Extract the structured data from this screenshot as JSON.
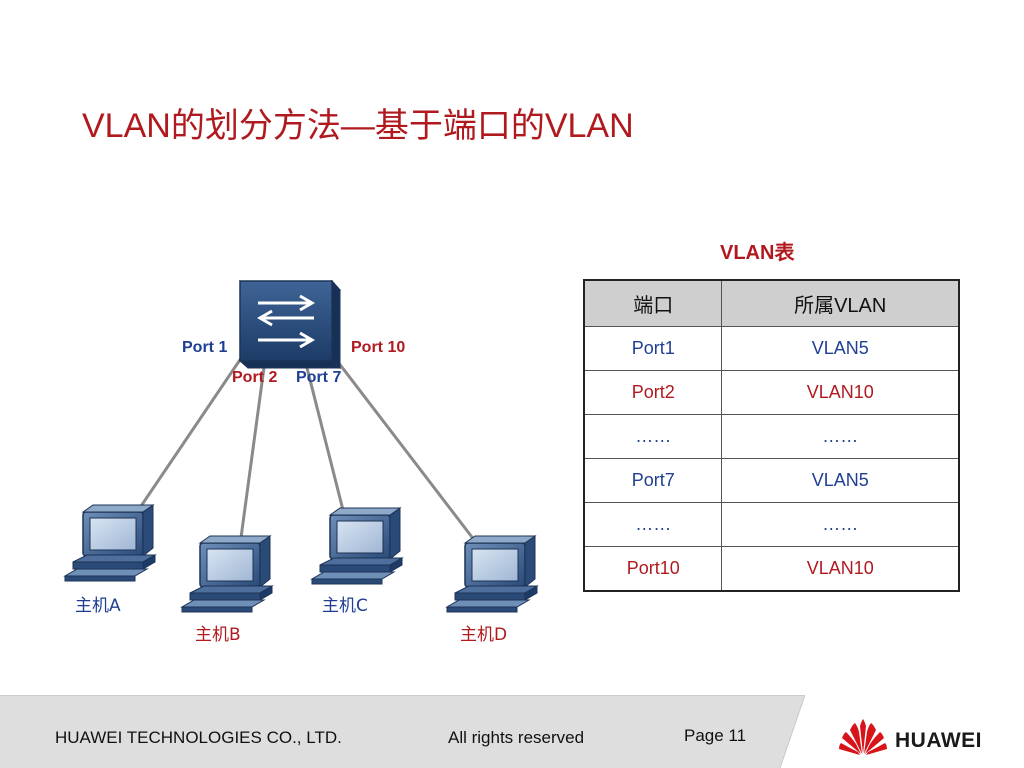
{
  "title": "VLAN的划分方法—基于端口的VLAN",
  "diagram": {
    "ports": {
      "p1": "Port 1",
      "p10": "Port 10",
      "p2": "Port 2",
      "p7": "Port 7"
    },
    "hosts": {
      "a": "主机A",
      "b": "主机B",
      "c": "主机C",
      "d": "主机D"
    },
    "colors": {
      "blue": "#1f3f93",
      "red": "#b01a1f"
    }
  },
  "table": {
    "title": "VLAN表",
    "headers": [
      "端口",
      "所属VLAN"
    ],
    "rows": [
      [
        "Port1",
        "VLAN5"
      ],
      [
        "Port2",
        "VLAN10"
      ],
      [
        "……",
        "……"
      ],
      [
        "Port7",
        "VLAN5"
      ],
      [
        "……",
        "……"
      ],
      [
        "Port10",
        "VLAN10"
      ]
    ]
  },
  "footer": {
    "company": "HUAWEI TECHNOLOGIES CO., LTD.",
    "rights": "All rights reserved",
    "page": "Page 11",
    "logo_text": "HUAWEI"
  }
}
